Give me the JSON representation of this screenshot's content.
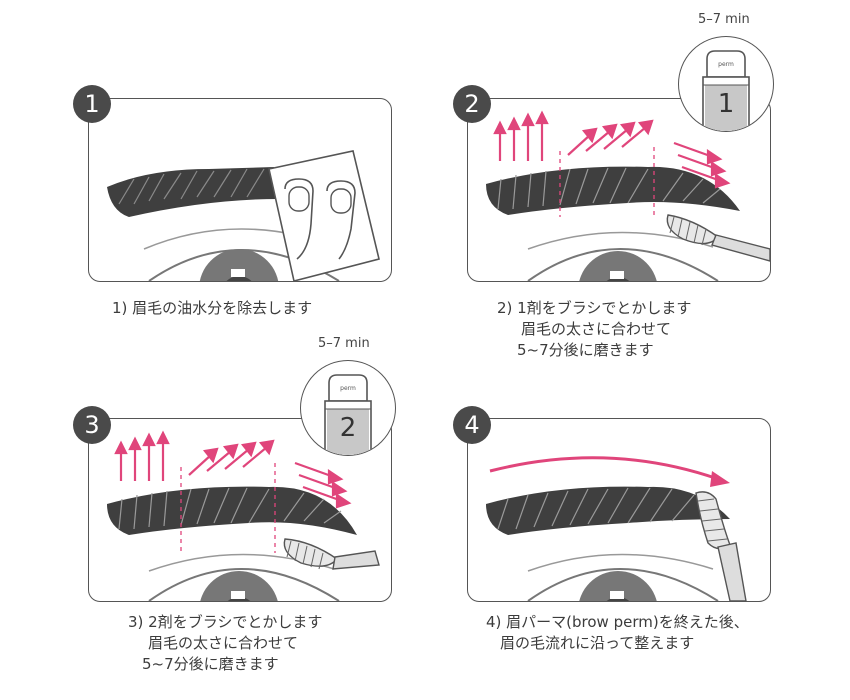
{
  "steps": [
    {
      "number": "1",
      "caption_lines": [
        "1) 眉毛の油水分を除去します"
      ]
    },
    {
      "number": "2",
      "caption_lines": [
        "2) 1剤をブラシでとかします",
        "眉毛の太さに合わせて",
        "5~7分後に磨きます"
      ],
      "timer": {
        "label": "5–7 min",
        "brand": "perm",
        "number": "1"
      }
    },
    {
      "number": "3",
      "caption_lines": [
        "3) 2剤をブラシでとかします",
        "眉毛の太さに合わせて",
        "5~7分後に磨きます"
      ],
      "timer": {
        "label": "5–7 min",
        "brand": "perm",
        "number": "2"
      }
    },
    {
      "number": "4",
      "caption_lines": [
        "4) 眉パーマ(brow perm)を終えた後、",
        "眉の毛流れに沿って整えます"
      ]
    }
  ],
  "colors": {
    "accent_arrow": "#e0457b",
    "outline": "#555555",
    "badge": "#4a4a4a",
    "brow": "#3f3f3f",
    "timer_fill": "#c8c8c8"
  }
}
